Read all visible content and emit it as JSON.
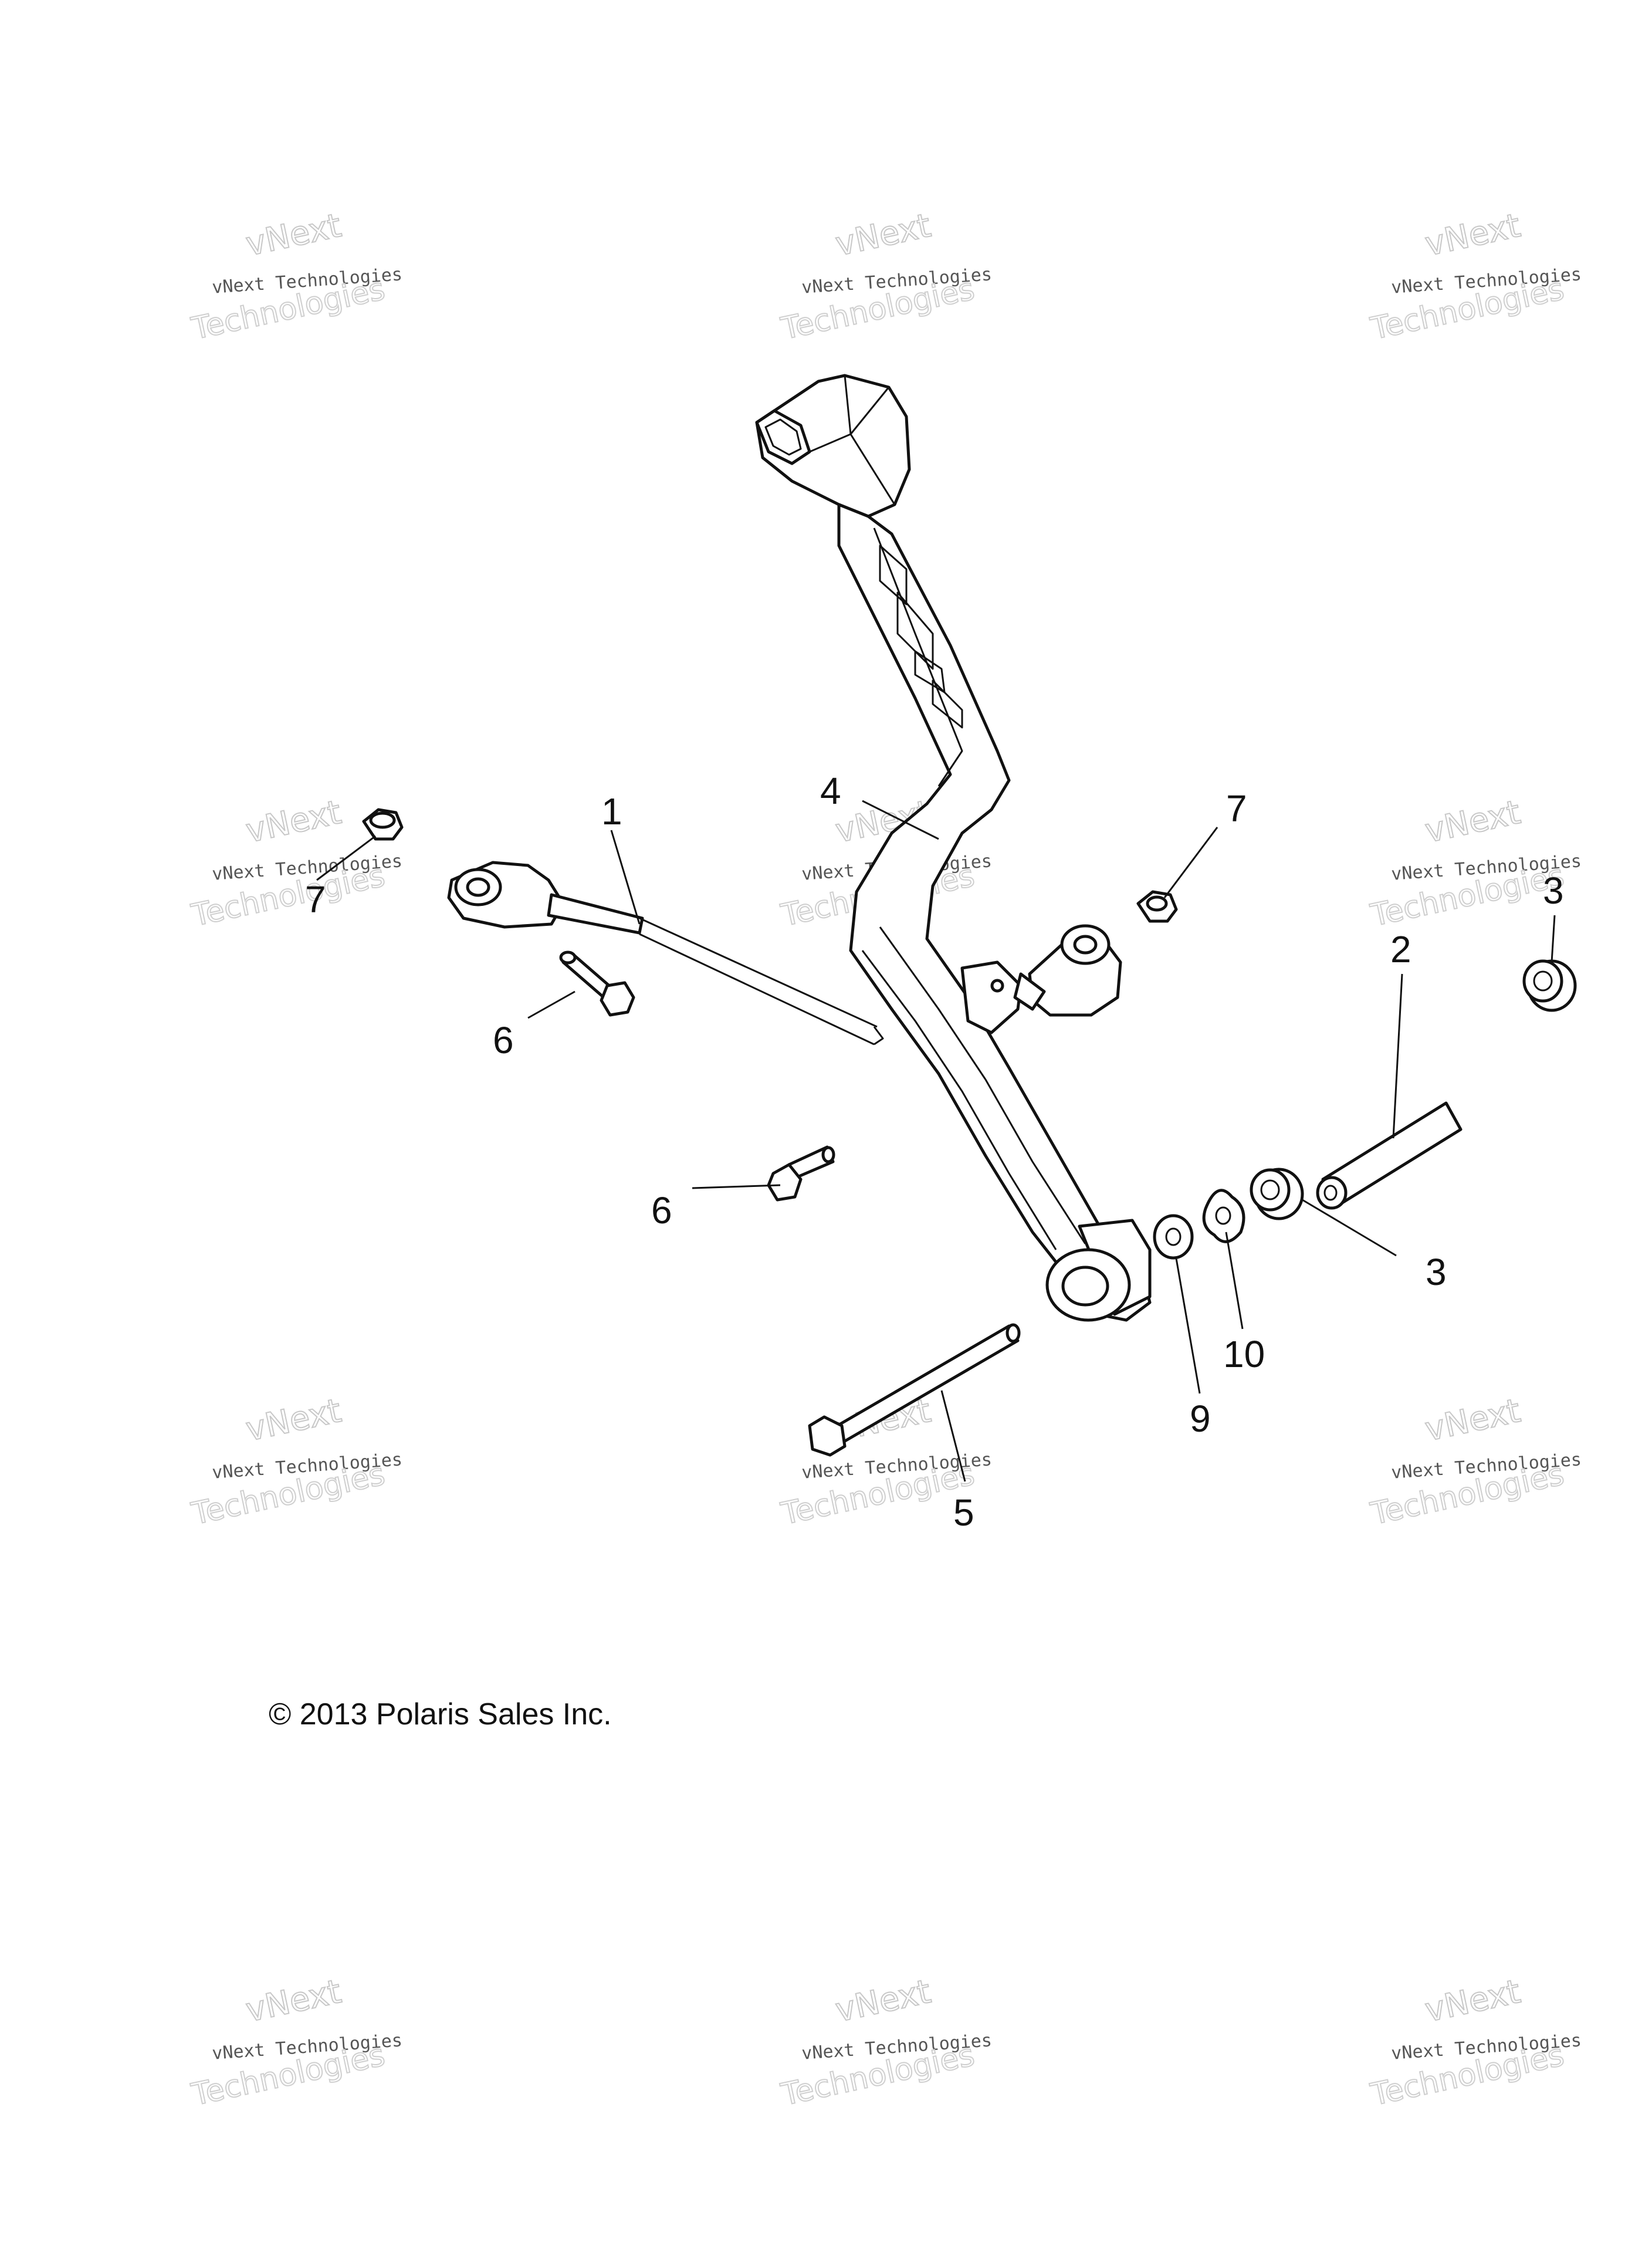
{
  "callouts": [
    {
      "label": "1"
    },
    {
      "label": "2"
    },
    {
      "label": "3"
    },
    {
      "label": "3"
    },
    {
      "label": "4"
    },
    {
      "label": "5"
    },
    {
      "label": "6"
    },
    {
      "label": "6"
    },
    {
      "label": "7"
    },
    {
      "label": "7"
    },
    {
      "label": "9"
    },
    {
      "label": "10"
    }
  ],
  "watermark": {
    "line1": "vNext Technologies",
    "line2": "vNext",
    "line3": "Technologies"
  },
  "copyright": "© 2013 Polaris Sales Inc."
}
